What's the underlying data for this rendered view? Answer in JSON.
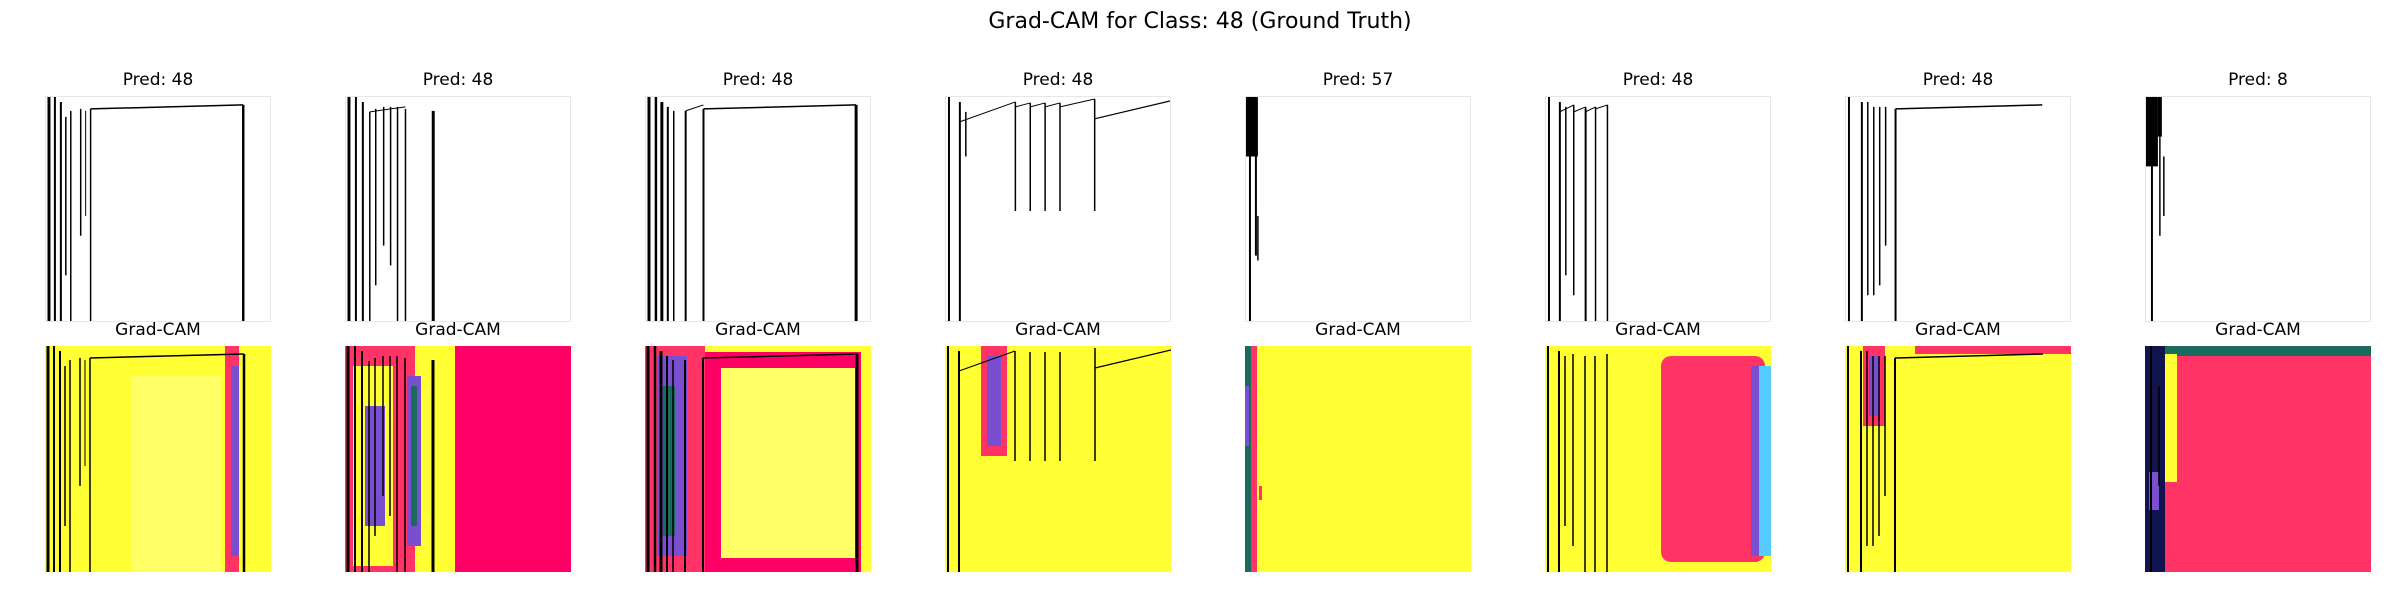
{
  "figure": {
    "title": "Grad-CAM for Class: 48 (Ground Truth)"
  },
  "panels": [
    {
      "pred_title": "Pred: 48",
      "cam_title": "Grad-CAM",
      "prediction": 48
    },
    {
      "pred_title": "Pred: 48",
      "cam_title": "Grad-CAM",
      "prediction": 48
    },
    {
      "pred_title": "Pred: 48",
      "cam_title": "Grad-CAM",
      "prediction": 48
    },
    {
      "pred_title": "Pred: 48",
      "cam_title": "Grad-CAM",
      "prediction": 48
    },
    {
      "pred_title": "Pred: 57",
      "cam_title": "Grad-CAM",
      "prediction": 57
    },
    {
      "pred_title": "Pred: 48",
      "cam_title": "Grad-CAM",
      "prediction": 48
    },
    {
      "pred_title": "Pred: 48",
      "cam_title": "Grad-CAM",
      "prediction": 48
    },
    {
      "pred_title": "Pred: 8",
      "cam_title": "Grad-CAM",
      "prediction": 8
    }
  ],
  "colors": {
    "heat_yellow": "#ffff33",
    "heat_light_yellow": "#ffff66",
    "heat_pink": "#ff3366",
    "heat_hot_pink": "#ff0066",
    "heat_purple": "#7a4fcf",
    "heat_teal": "#1a6b5e",
    "heat_navy": "#11144f",
    "heat_cyan": "#55ccff",
    "stroke": "#000000"
  }
}
